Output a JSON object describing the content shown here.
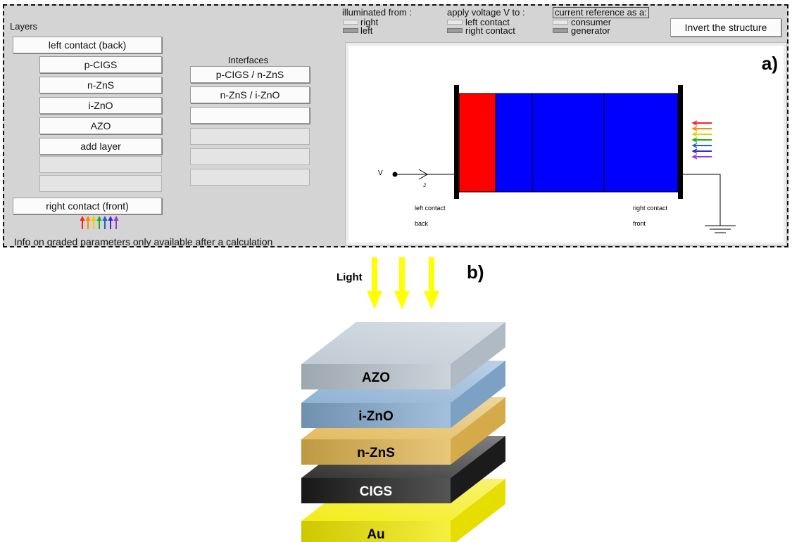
{
  "panel_a": {
    "label": "a)",
    "layers_title": "Layers",
    "left_contact": "left contact (back)",
    "layers": [
      "p-CIGS",
      "n-ZnS",
      "i-ZnO",
      "AZO",
      "add layer",
      "",
      ""
    ],
    "right_contact": "right contact (front)",
    "interfaces_title": "Interfaces",
    "interfaces": [
      "p-CIGS / n-ZnS",
      "n-ZnS / i-ZnO",
      "",
      "",
      "",
      ""
    ],
    "info_text": "Info on graded parameters only available after a calculation",
    "illumination": {
      "title": "illuminated from :",
      "options": [
        "right",
        "left"
      ],
      "selected": "left"
    },
    "voltage": {
      "title": "apply voltage V to :",
      "options": [
        "left contact",
        "right contact"
      ],
      "selected": "right contact"
    },
    "current_reference": {
      "title": "current reference as a:",
      "options": [
        "consumer",
        "generator"
      ],
      "selected": "generator"
    },
    "invert_button": "Invert the structure",
    "structure": {
      "v_label": "V",
      "j_label": "J",
      "left_contact_label": "left contact",
      "left_contact_sub": "back",
      "right_contact_label": "right contact",
      "right_contact_sub": "front",
      "layer_colors": [
        "#ff0000",
        "#0000ff",
        "#0000ff",
        "#0000ff"
      ]
    },
    "spectrum_colors": [
      "#ff2020",
      "#ff8a00",
      "#e6d200",
      "#22aa22",
      "#1e5fd6",
      "#3b2bd1",
      "#9b3bd1"
    ]
  },
  "panel_b": {
    "label": "b)",
    "light_label": "Light",
    "layers": [
      {
        "name": "AZO",
        "color": "#b9c4cf",
        "text_color": "#000000"
      },
      {
        "name": "i-ZnO",
        "color": "#84a9cf",
        "text_color": "#000000"
      },
      {
        "name": "n-ZnS",
        "color": "#e0b44e",
        "text_color": "#000000"
      },
      {
        "name": "CIGS",
        "color": "#1c1c1c",
        "text_color": "#ffffff"
      },
      {
        "name": "Au",
        "color": "#f2ea00",
        "text_color": "#000000"
      }
    ],
    "arrow_color": "#ffff00"
  }
}
